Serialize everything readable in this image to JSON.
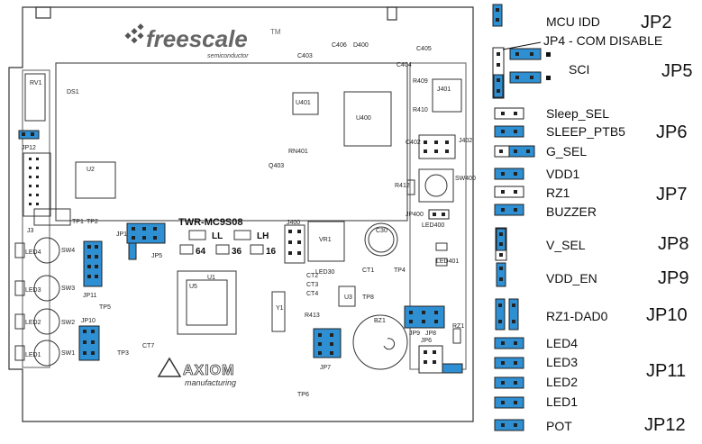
{
  "colors": {
    "jumper": "#2f8fd3",
    "pin": "#111111",
    "outline": "#333333",
    "board": "#ffffff"
  },
  "board": {
    "logo_text": "freescale",
    "logo_tm": "TM",
    "logo_sub": "semiconductor",
    "axiom_text": "AXIOM",
    "axiom_sub": "manufacturing",
    "model": "TWR-MC9S08",
    "mcu_options": [
      "LL",
      "LH",
      "64",
      "36",
      "16"
    ],
    "silk_labels": [
      "RV1",
      "JP12",
      "J3",
      "DS1",
      "U2",
      "U401",
      "U400",
      "RN401",
      "Q403",
      "C403",
      "C406",
      "D400",
      "C405",
      "C404",
      "J401",
      "R409",
      "R410",
      "C402",
      "J402",
      "R412",
      "SW400",
      "JP400",
      "LED400",
      "C30",
      "VR1",
      "J400",
      "JP1",
      "JP5",
      "TP1",
      "TP2",
      "LED4",
      "LED3",
      "LED2",
      "LED1",
      "SW4",
      "SW3",
      "SW2",
      "SW1",
      "JP11",
      "JP10",
      "TP5",
      "TP3",
      "CT7",
      "LED30",
      "LED401",
      "CT2",
      "CT3",
      "CT4",
      "R413",
      "U3",
      "CT1",
      "TP4",
      "TP6",
      "TP8",
      "JP9",
      "JP8",
      "BZ1",
      "RZ1",
      "JP6",
      "JP7",
      "Y1",
      "U5",
      "U1"
    ]
  },
  "legend": [
    {
      "label": "MCU IDD",
      "jp": "JP2"
    },
    {
      "label": "JP4 - COM DISABLE",
      "jp": ""
    },
    {
      "label": "SCI",
      "jp": "JP5"
    },
    {
      "label": "Sleep_SEL",
      "jp": ""
    },
    {
      "label": "SLEEP_PTB5",
      "jp": "JP6"
    },
    {
      "label": "G_SEL",
      "jp": ""
    },
    {
      "label": "VDD1",
      "jp": ""
    },
    {
      "label": "RZ1",
      "jp": "JP7"
    },
    {
      "label": "BUZZER",
      "jp": ""
    },
    {
      "label": "V_SEL",
      "jp": "JP8"
    },
    {
      "label": "VDD_EN",
      "jp": "JP9"
    },
    {
      "label": "RZ1-DAD0",
      "jp": "JP10"
    },
    {
      "label": "LED4",
      "jp": ""
    },
    {
      "label": "LED3",
      "jp": "JP11"
    },
    {
      "label": "LED2",
      "jp": ""
    },
    {
      "label": "LED1",
      "jp": ""
    },
    {
      "label": "POT",
      "jp": "JP12"
    }
  ]
}
